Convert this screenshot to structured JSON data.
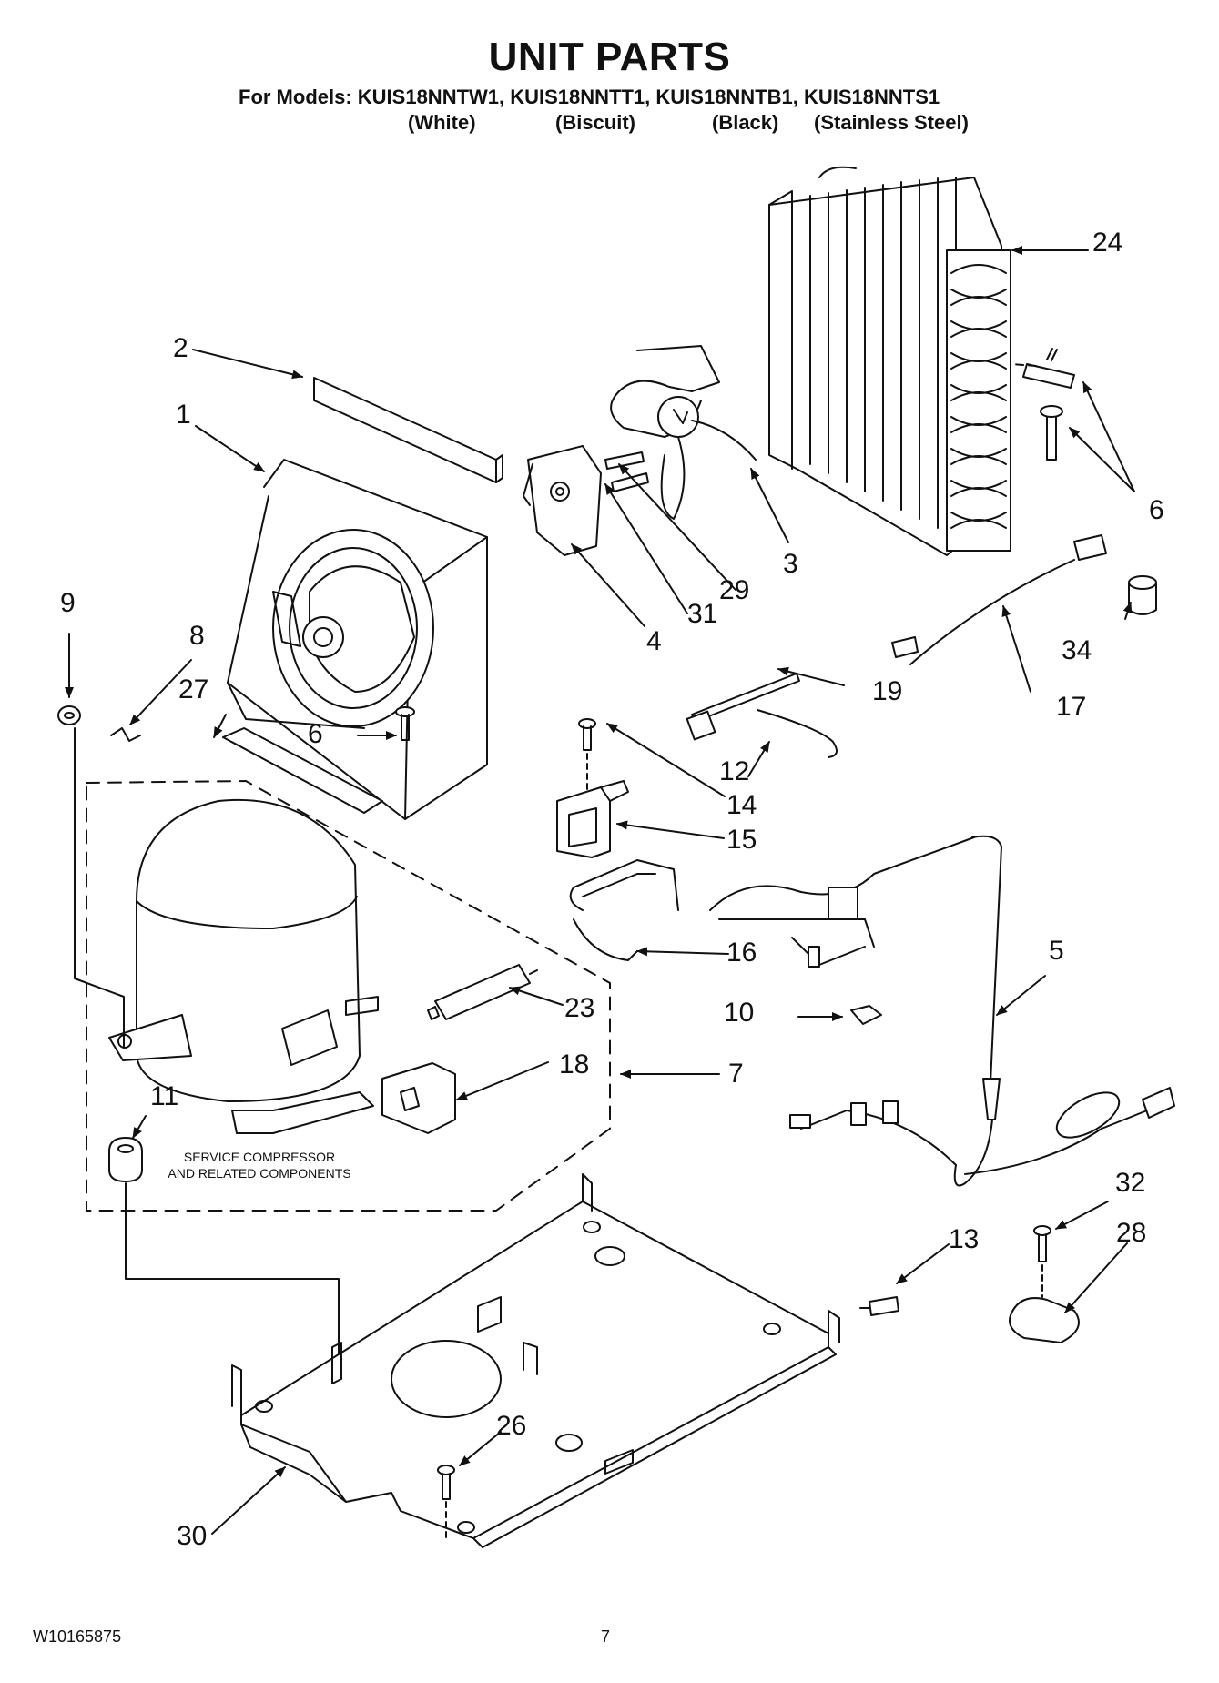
{
  "header": {
    "title": "UNIT PARTS",
    "models_line": "For Models: KUIS18NNTW1, KUIS18NNTT1, KUIS18NNTB1, KUIS18NNTS1",
    "variants": [
      "(White)",
      "(Biscuit)",
      "(Black)",
      "(Stainless Steel)"
    ]
  },
  "callouts": [
    "1",
    "2",
    "3",
    "4",
    "5",
    "6",
    "6",
    "7",
    "8",
    "9",
    "10",
    "11",
    "12",
    "13",
    "14",
    "15",
    "16",
    "17",
    "18",
    "19",
    "23",
    "24",
    "26",
    "27",
    "28",
    "29",
    "30",
    "31",
    "32",
    "34"
  ],
  "service_note": [
    "SERVICE COMPRESSOR",
    "AND RELATED COMPONENTS"
  ],
  "footer": {
    "doc_number": "W10165875",
    "page_number": "7"
  }
}
